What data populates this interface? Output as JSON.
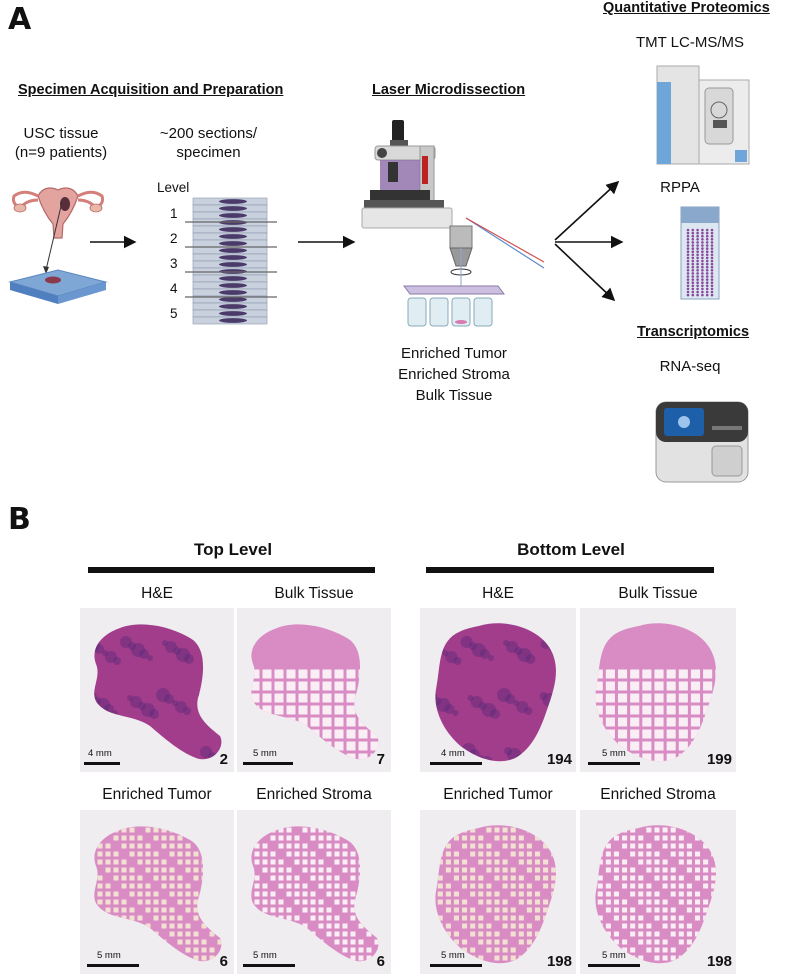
{
  "panel_a": {
    "letter": "A",
    "specimen": {
      "heading": "Specimen Acquisition and Preparation",
      "tissue_line1": "USC tissue",
      "tissue_line2": "(n=9 patients)",
      "sections_line1": "~200 sections/",
      "sections_line2": "specimen",
      "level_label": "Level",
      "levels": [
        "1",
        "2",
        "3",
        "4",
        "5"
      ]
    },
    "lmd": {
      "heading": "Laser Microdissection",
      "outputs": [
        "Enriched Tumor",
        "Enriched Stroma",
        "Bulk Tissue"
      ]
    },
    "proteomics": {
      "heading": "Quantitative Proteomics",
      "method1": "TMT LC-MS/MS",
      "method2": "RPPA"
    },
    "transcriptomics": {
      "heading": "Transcriptomics",
      "method": "RNA-seq"
    }
  },
  "panel_b": {
    "letter": "B",
    "top": {
      "title": "Top Level",
      "tiles": [
        {
          "caption": "H&E",
          "scale": "4 mm",
          "section": "2"
        },
        {
          "caption": "Bulk Tissue",
          "scale": "5 mm",
          "section": "7"
        },
        {
          "caption": "Enriched Tumor",
          "scale": "5 mm",
          "section": "6"
        },
        {
          "caption": "Enriched Stroma",
          "scale": "5 mm",
          "section": "6"
        }
      ]
    },
    "bottom": {
      "title": "Bottom Level",
      "tiles": [
        {
          "caption": "H&E",
          "scale": "4 mm",
          "section": "194"
        },
        {
          "caption": "Bulk Tissue",
          "scale": "5 mm",
          "section": "199"
        },
        {
          "caption": "Enriched Tumor",
          "scale": "5 mm",
          "section": "198"
        },
        {
          "caption": "Enriched Stroma",
          "scale": "5 mm",
          "section": "198"
        }
      ]
    }
  },
  "colors": {
    "he_tissue": "#a23d8c",
    "he_dark": "#5b2a78",
    "lmd_tissue": "#d98cc4",
    "tile_bg": "#efedf0",
    "instrument_blue": "#6ea6d9",
    "rppa_dot": "#8a4a9c"
  }
}
